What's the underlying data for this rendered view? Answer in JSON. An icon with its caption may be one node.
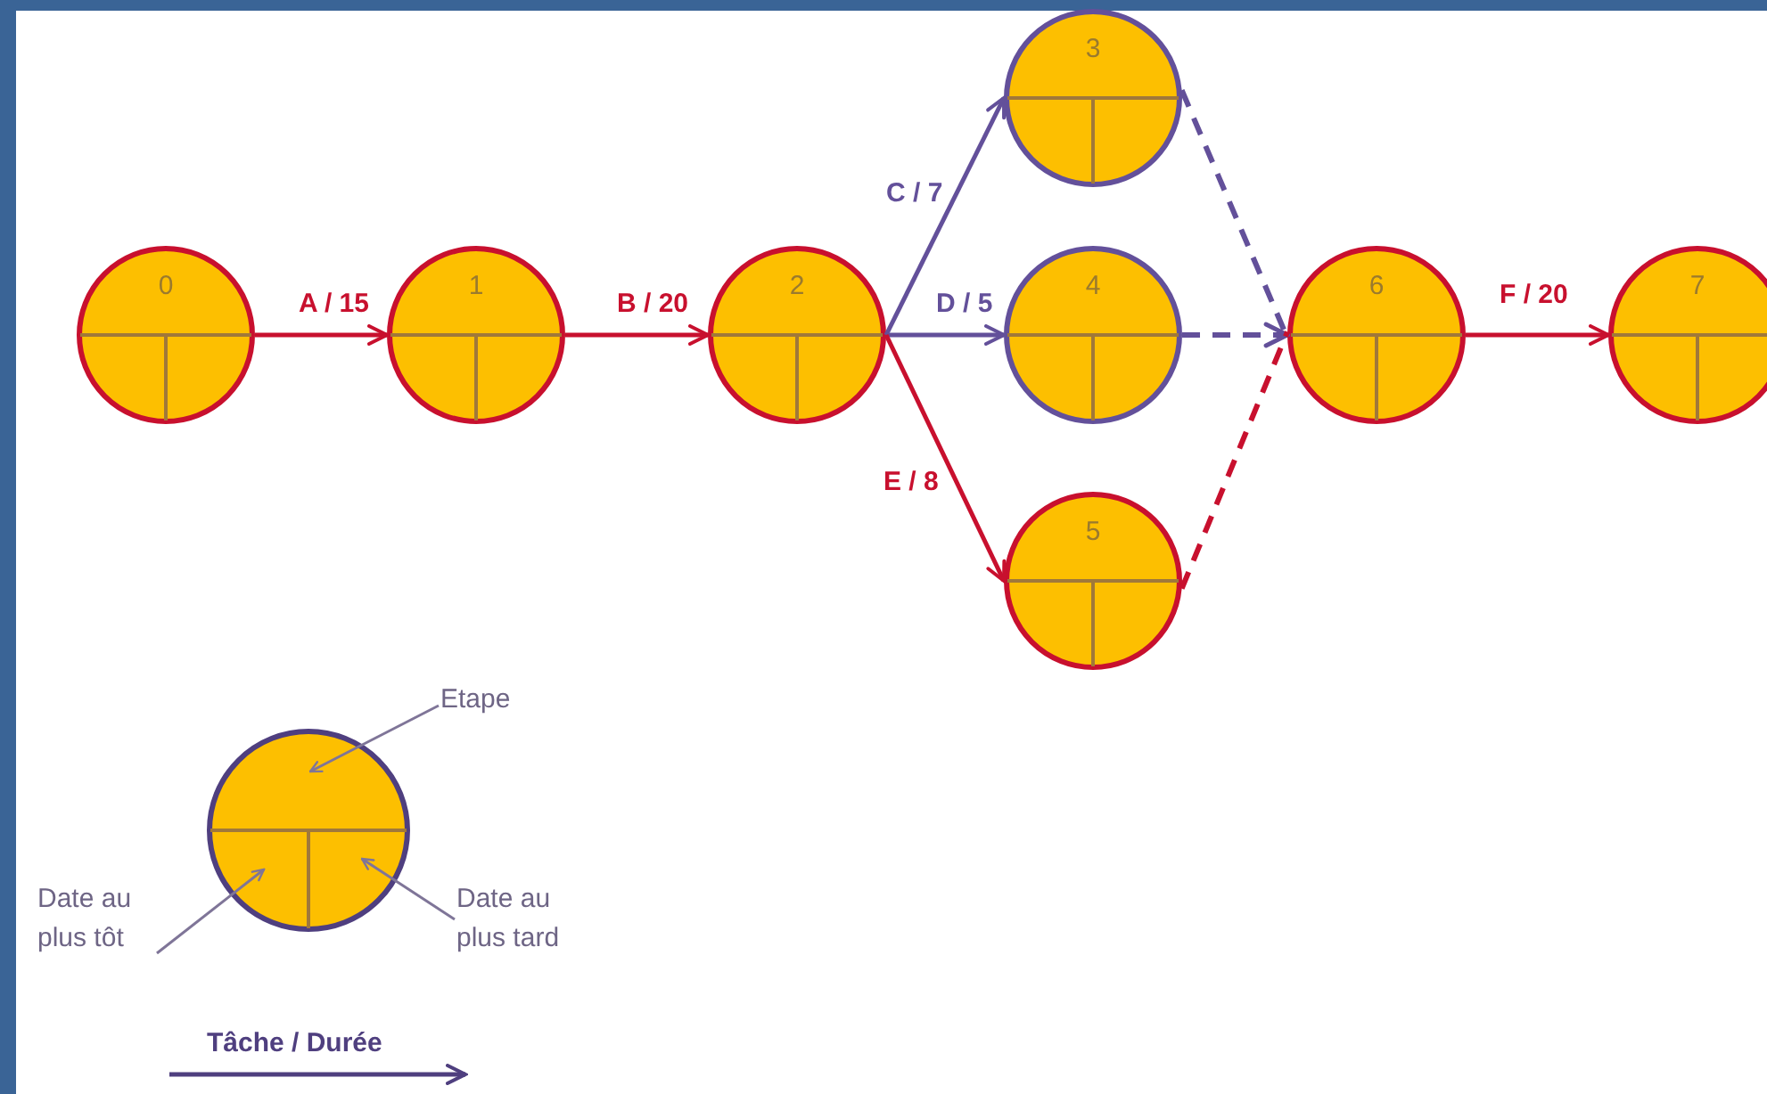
{
  "diagram": {
    "nodes": [
      {
        "text": [
          "0"
        ]
      },
      {
        "text": [
          "1"
        ]
      },
      {
        "text": [
          "2"
        ]
      },
      {
        "text": [
          "3"
        ]
      },
      {
        "text": [
          "4"
        ]
      },
      {
        "text": [
          "5"
        ]
      },
      {
        "text": [
          "6"
        ]
      },
      {
        "text": [
          "7"
        ]
      },
      {
        "text": [],
        "shape": "circle"
      },
      {
        "text": [
          "Etape"
        ]
      },
      {
        "text": [
          "Date au plus tôt"
        ]
      },
      {
        "text": [
          "Date au plus tard"
        ]
      }
    ],
    "edges": [
      {
        "from": 0,
        "to": 1,
        "arrow": "to",
        "label": "A / 15"
      },
      {
        "from": 1,
        "to": 2,
        "arrow": "to",
        "label": "B / 20"
      },
      {
        "from": 2,
        "to": 3,
        "arrow": "to",
        "label": "C / 7",
        "color": "#63509a"
      },
      {
        "from": 2,
        "to": 4,
        "arrow": "to",
        "label": "D / 5",
        "color": "#63509a"
      },
      {
        "from": 2,
        "to": 5,
        "arrow": "to",
        "label": "E / 8"
      },
      {
        "from": 3,
        "to": 6,
        "arrow": "none",
        "style": "dashed",
        "color": "#63509a"
      },
      {
        "from": 4,
        "to": 6,
        "arrow": "to",
        "style": "dashed",
        "color": "#63509a"
      },
      {
        "from": 5,
        "to": 6,
        "arrow": "none",
        "style": "dashed"
      },
      {
        "from": 6,
        "to": 7,
        "arrow": "to",
        "label": "F / 20"
      },
      {
        "from": 9,
        "to": 8,
        "arrow": "to",
        "color": "#7f7598"
      },
      {
        "from": 10,
        "to": 8,
        "arrow": "to",
        "color": "#7f7598"
      },
      {
        "from": 11,
        "to": 8,
        "arrow": "to",
        "color": "#7f7598"
      }
    ],
    "legend": [
      {
        "text": "Tâche / Durée"
      }
    ]
  }
}
